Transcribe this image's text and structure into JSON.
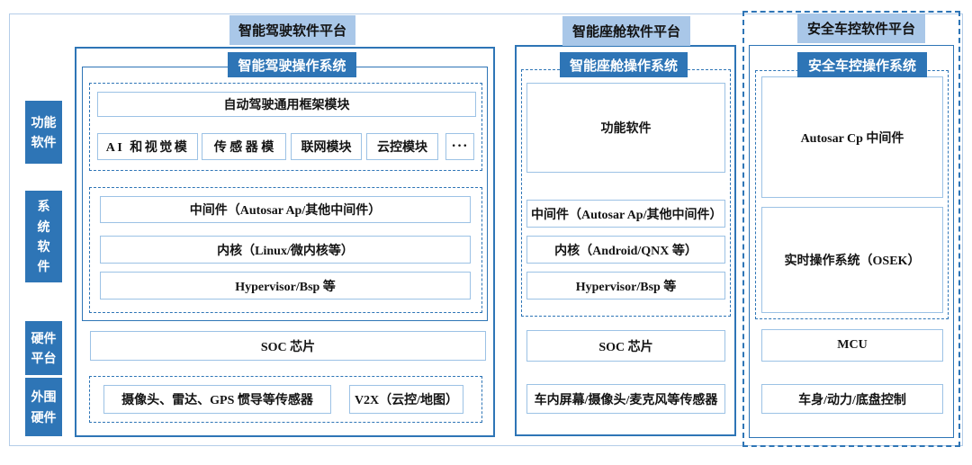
{
  "sidebar": {
    "items": [
      {
        "id": "functional-software",
        "lines": [
          "功能",
          "软件"
        ]
      },
      {
        "id": "system-software",
        "lines": [
          "系",
          "统",
          "软",
          "件"
        ]
      },
      {
        "id": "hardware-platform",
        "lines": [
          "硬件",
          "平台"
        ]
      },
      {
        "id": "peripheral-hardware",
        "lines": [
          "外围",
          "硬件"
        ]
      }
    ]
  },
  "columns": {
    "driving": {
      "platform_title": "智能驾驶软件平台",
      "os_title": "智能驾驶操作系统",
      "framework_module": "自动驾驶通用框架模块",
      "function_modules": [
        "AI 和视觉模",
        "传 感 器 模",
        "联网模块",
        "云控模块",
        "···"
      ],
      "system_layers": [
        "中间件（Autosar Ap/其他中间件）",
        "内核（Linux/微内核等）",
        "Hypervisor/Bsp 等"
      ],
      "soc": "SOC 芯片",
      "peripherals": [
        "摄像头、雷达、GPS 惯导等传感器",
        "V2X（云控/地图）"
      ]
    },
    "cockpit": {
      "platform_title": "智能座舱软件平台",
      "os_title": "智能座舱操作系统",
      "function_software": "功能软件",
      "system_layers": [
        "中间件（Autosar Ap/其他中间件）",
        "内核（Android/QNX 等）",
        "Hypervisor/Bsp 等"
      ],
      "soc": "SOC 芯片",
      "peripherals": "车内屏幕/摄像头/麦克风等传感器"
    },
    "vehicle_control": {
      "platform_title": "安全车控软件平台",
      "os_title": "安全车控操作系统",
      "middleware": "Autosar Cp 中间件",
      "rtos": "实时操作系统（OSEK）",
      "mcu": "MCU",
      "peripherals": "车身/动力/底盘控制"
    }
  },
  "colors": {
    "dark_blue": "#2E75B6",
    "light_blue_header": "#A9C7E8",
    "cell_border_light": "#9CC2E5",
    "container_border": "#2E75B6",
    "frame_border": "#B4CDE9"
  }
}
